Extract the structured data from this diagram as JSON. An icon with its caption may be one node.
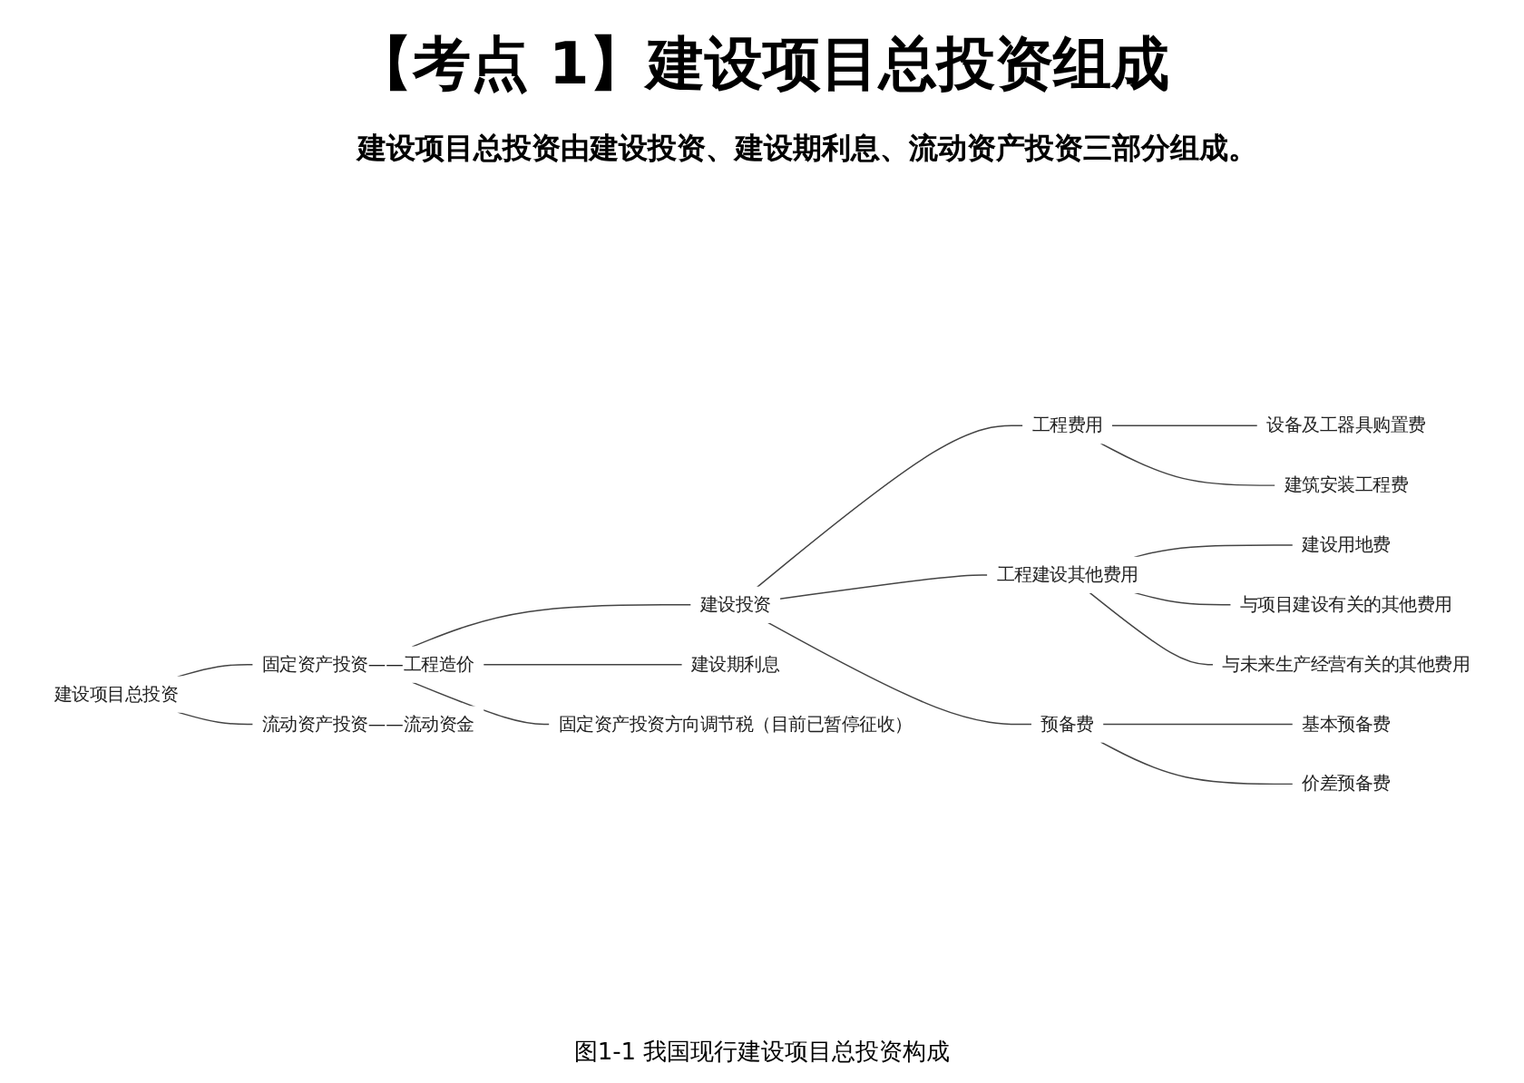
{
  "diagram": {
    "title": "【考点 1】建设项目总投资组成",
    "caption": "图1-1 我国现行建设项目总投资构成",
    "labels": [
      "建设项目总投资由建设投资、建设期利息、流动资产投资三部分组成。"
    ],
    "nodes": [
      {
        "text": [
          "建设项目总投资"
        ]
      },
      {
        "text": [
          "固定资产投资——工程造价"
        ]
      },
      {
        "text": [
          "流动资产投资——流动资金"
        ]
      },
      {
        "text": [
          "建设投资"
        ]
      },
      {
        "text": [
          "建设期利息"
        ]
      },
      {
        "text": [
          "固定资产投资方向调节税（目前已暂停征收）"
        ]
      },
      {
        "text": [
          "工程费用"
        ]
      },
      {
        "text": [
          "工程建设其他费用"
        ]
      },
      {
        "text": [
          "预备费"
        ]
      },
      {
        "text": [
          "设备及工器具购置费"
        ]
      },
      {
        "text": [
          "建筑安装工程费"
        ]
      },
      {
        "text": [
          "建设用地费"
        ]
      },
      {
        "text": [
          "与项目建设有关的其他费用"
        ]
      },
      {
        "text": [
          "与未来生产经营有关的其他费用"
        ]
      },
      {
        "text": [
          "基本预备费"
        ]
      },
      {
        "text": [
          "价差预备费"
        ]
      }
    ],
    "edges": [
      {
        "from": 0,
        "to": 1,
        "arrow": "none"
      },
      {
        "from": 0,
        "to": 2,
        "arrow": "none"
      },
      {
        "from": 1,
        "to": 3,
        "arrow": "none"
      },
      {
        "from": 1,
        "to": 4,
        "arrow": "none"
      },
      {
        "from": 1,
        "to": 5,
        "arrow": "none"
      },
      {
        "from": 3,
        "to": 6,
        "arrow": "none"
      },
      {
        "from": 3,
        "to": 7,
        "arrow": "none"
      },
      {
        "from": 3,
        "to": 8,
        "arrow": "none"
      },
      {
        "from": 6,
        "to": 9,
        "arrow": "none"
      },
      {
        "from": 6,
        "to": 10,
        "arrow": "none"
      },
      {
        "from": 7,
        "to": 11,
        "arrow": "none"
      },
      {
        "from": 7,
        "to": 12,
        "arrow": "none"
      },
      {
        "from": 7,
        "to": 13,
        "arrow": "none"
      },
      {
        "from": 8,
        "to": 14,
        "arrow": "none"
      },
      {
        "from": 8,
        "to": 15,
        "arrow": "none"
      }
    ]
  }
}
